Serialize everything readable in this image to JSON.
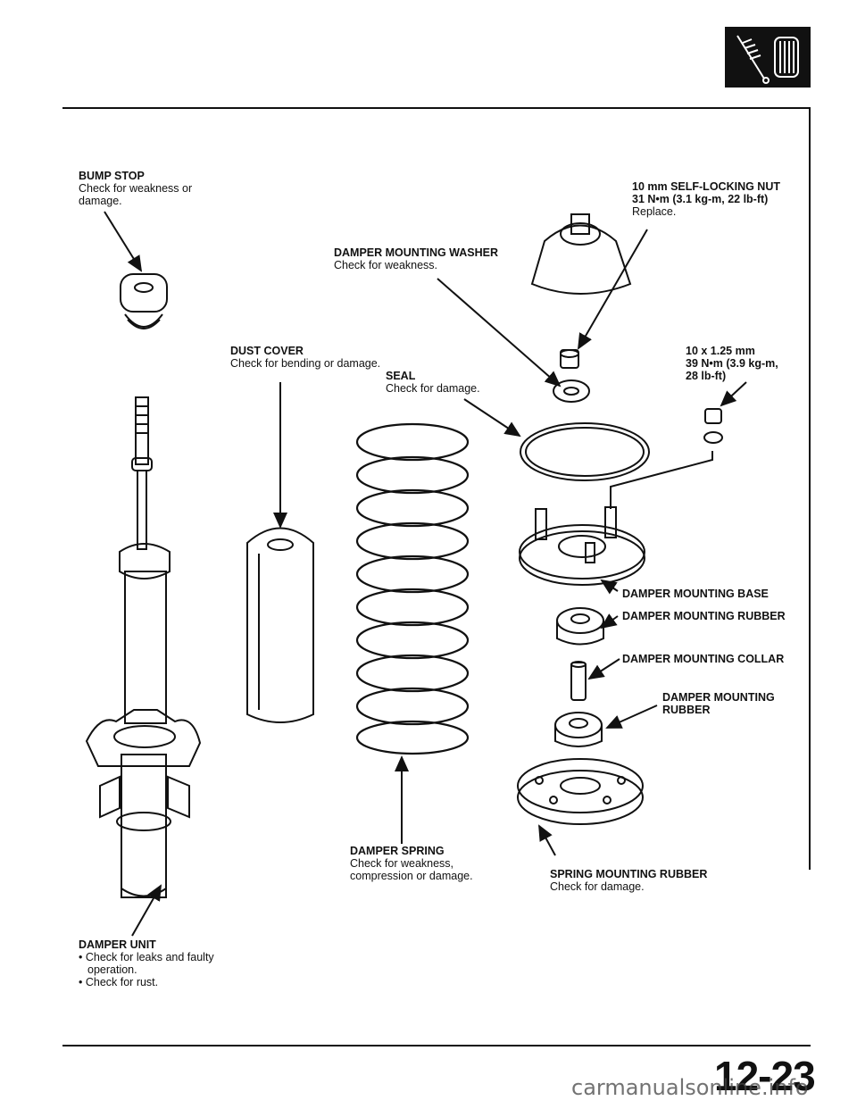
{
  "page": {
    "number": "12-23",
    "watermark": "carmanualsonline.info"
  },
  "corner_icon": "suspension-strut-icon",
  "labels": {
    "bump_stop": {
      "title": "BUMP STOP",
      "note1": "Check for weakness or",
      "note2": "damage."
    },
    "nut": {
      "title": "10 mm SELF-LOCKING NUT",
      "torque": "31 N•m (3.1 kg-m, 22 lb-ft)",
      "note": "Replace."
    },
    "washer": {
      "title": "DAMPER MOUNTING WASHER",
      "note": "Check for weakness."
    },
    "dust_cover": {
      "title": "DUST COVER",
      "note": "Check for bending or damage."
    },
    "bolt": {
      "title": "10 x 1.25 mm",
      "torque1": "39 N•m (3.9 kg-m,",
      "torque2": "28 lb-ft)"
    },
    "seal": {
      "title": "SEAL",
      "note": "Check for damage."
    },
    "mount_base": {
      "title": "DAMPER MOUNTING BASE"
    },
    "mount_rubber": {
      "title": "DAMPER MOUNTING RUBBER"
    },
    "mount_collar": {
      "title": "DAMPER MOUNTING COLLAR"
    },
    "mount_rubber2": {
      "title1": "DAMPER MOUNTING",
      "title2": "RUBBER"
    },
    "spring": {
      "title": "DAMPER SPRING",
      "note1": "Check for weakness,",
      "note2": "compression or damage."
    },
    "spring_rubber": {
      "title": "SPRING MOUNTING RUBBER",
      "note": "Check for damage."
    },
    "damper_unit": {
      "title": "DAMPER UNIT",
      "note1": "• Check for leaks and faulty",
      "note2": "operation.",
      "note3": "• Check for rust."
    }
  }
}
